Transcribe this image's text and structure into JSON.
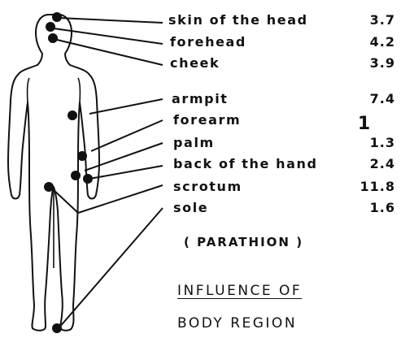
{
  "regions": [
    {
      "label": "skin of the head",
      "value": "3.7"
    },
    {
      "label": "forehead",
      "value": "4.2"
    },
    {
      "label": "cheek",
      "value": "3.9"
    },
    {
      "label": "armpit",
      "value": "7.4"
    },
    {
      "label": "forearm",
      "value": "1"
    },
    {
      "label": "palm",
      "value": "1.3"
    },
    {
      "label": "back of the hand",
      "value": "2.4"
    },
    {
      "label": "scrotum",
      "value": "11.8"
    },
    {
      "label": "sole",
      "value": "1.6"
    }
  ],
  "compound": "( PARATHION )",
  "title_line1": "INFLUENCE OF",
  "title_line2": "BODY REGION",
  "colors": {
    "ink": "#111111",
    "background": "#ffffff"
  }
}
